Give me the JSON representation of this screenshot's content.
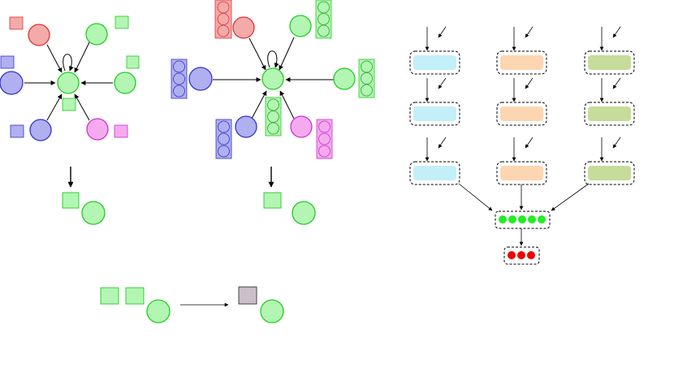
{
  "colors": {
    "green_fill": "#b3f5b3",
    "green_stroke": "#22cc22",
    "red_fill": "#f5aaaa",
    "red_stroke": "#dd3333",
    "blue_fill": "#b0b0f0",
    "blue_stroke": "#3333cc",
    "magenta_fill": "#f5aaf0",
    "magenta_stroke": "#cc33cc",
    "cyan_block": "#c3eff8",
    "orange_block": "#fcd6b0",
    "olive_block": "#c6dc9a",
    "bright_green_dot": "#22ee22",
    "bright_red_dot": "#ee0000",
    "merged_square": "#cbbfcb",
    "arrow": "#000000",
    "dashed_border": "#000000"
  },
  "icons": {
    "node": "circle",
    "feature": "square",
    "feature_stack": "stacked-circles-column",
    "self_loop": "loop-arrow"
  },
  "diagram": {
    "panels": [
      "graph-with-square-features",
      "graph-with-stacked-features",
      "three-column-encoder-pipeline",
      "feature-merge"
    ],
    "pipeline_columns": [
      "cyan",
      "orange",
      "olive"
    ],
    "pipeline_rows": 3,
    "aggregate_dot_count": 5,
    "output_dot_count": 3
  }
}
